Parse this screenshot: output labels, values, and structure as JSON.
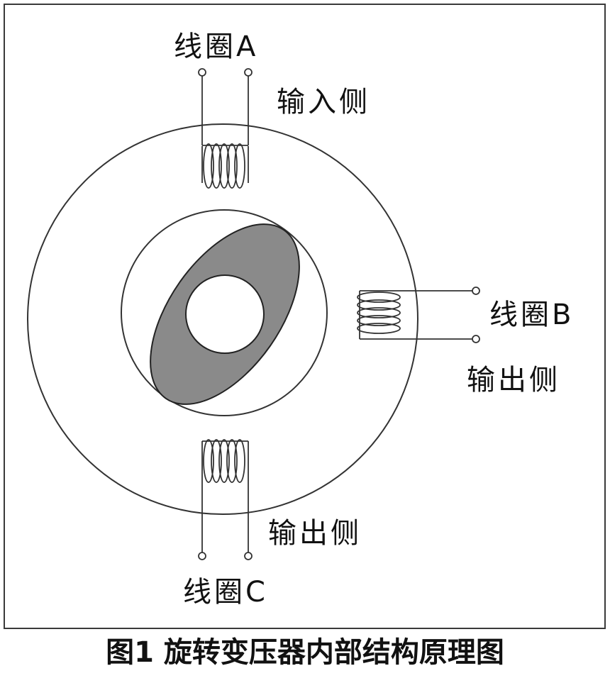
{
  "labels": {
    "coil_a": "线圈A",
    "coil_b": "线圈B",
    "coil_c": "线圈C",
    "input_side": "输入侧",
    "output_side_b": "输出侧",
    "output_side_c": "输出侧"
  },
  "caption": "图1 旋转变压器内部结构原理图",
  "colors": {
    "line": "#333333",
    "rotor_fill": "#8a8a8a",
    "background": "#ffffff"
  }
}
